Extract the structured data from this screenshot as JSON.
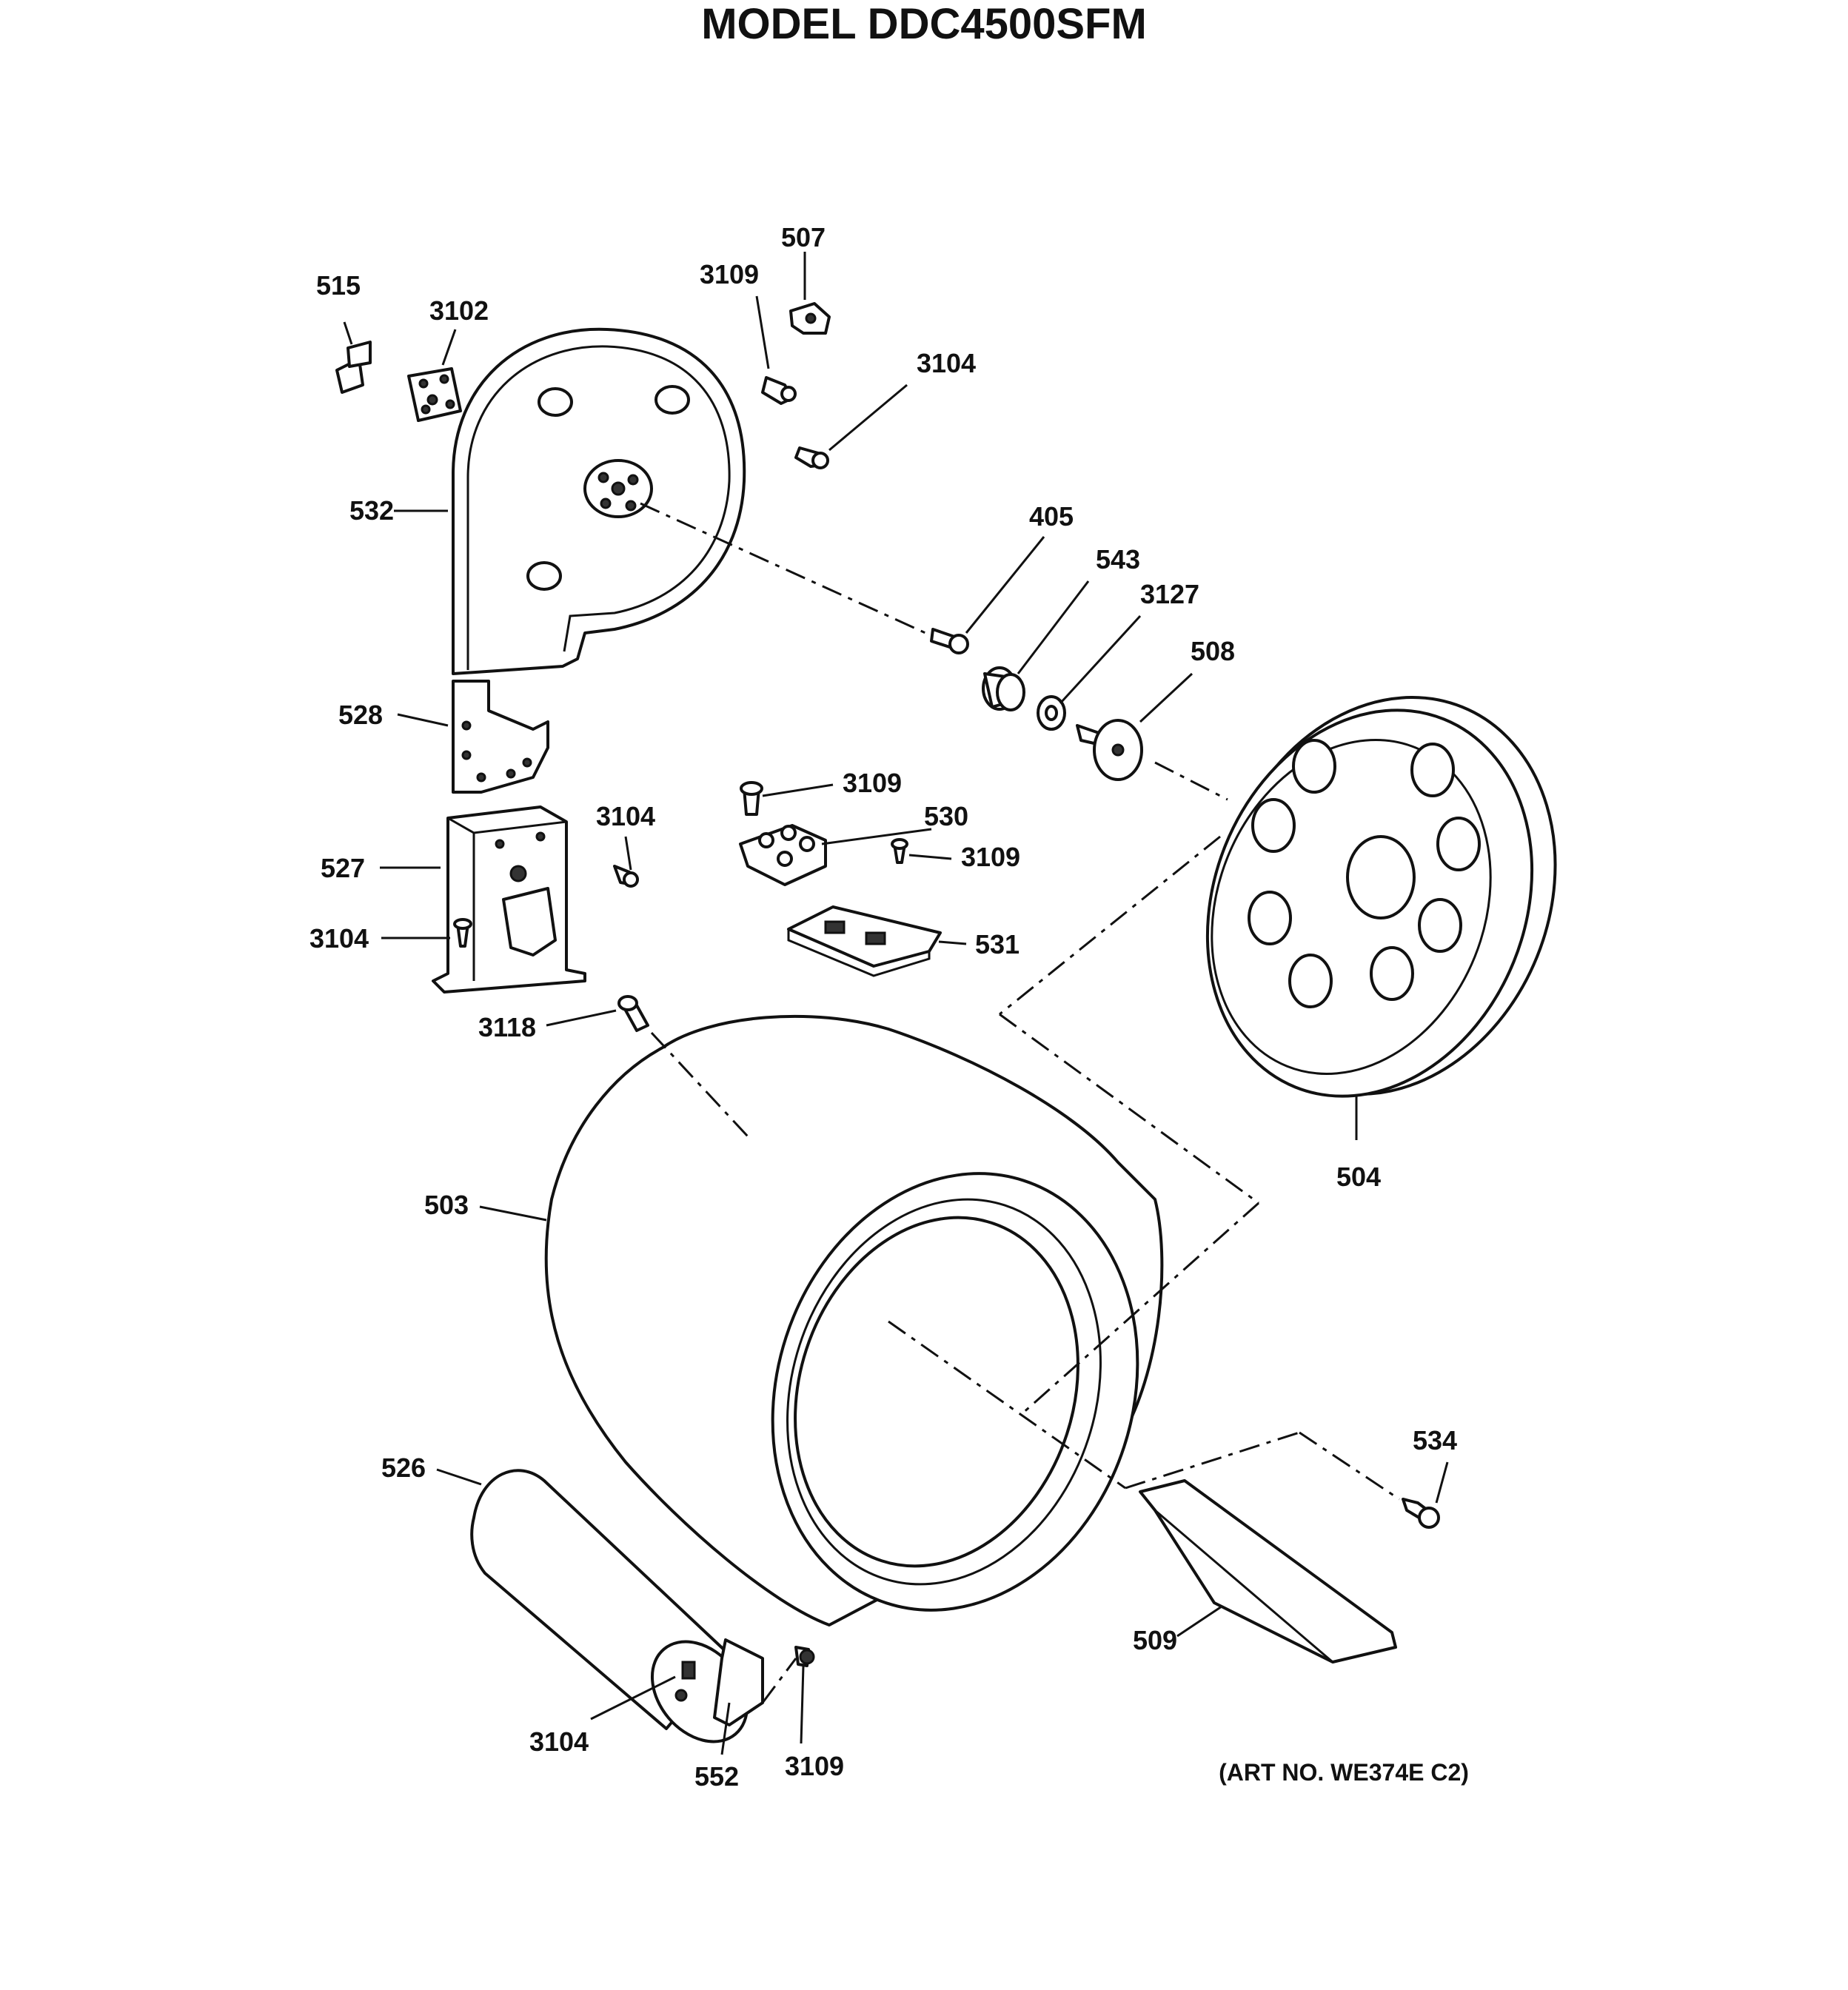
{
  "title": "MODEL DDC4500SFM",
  "art_number": "(ART NO. WE374E C2)",
  "parts": {
    "p515": "515",
    "p3102": "3102",
    "p507": "507",
    "p3109_top": "3109",
    "p3104_top": "3104",
    "p532": "532",
    "p405": "405",
    "p543": "543",
    "p3127": "3127",
    "p508": "508",
    "p528": "528",
    "p3109_mid": "3109",
    "p530": "530",
    "p3104_527": "3104",
    "p3109_531": "3109",
    "p527": "527",
    "p3104_left": "3104",
    "p531": "531",
    "p3118": "3118",
    "p504": "504",
    "p503": "503",
    "p534": "534",
    "p526": "526",
    "p509": "509",
    "p3104_bottom": "3104",
    "p552": "552",
    "p3109_bottom": "3109"
  }
}
